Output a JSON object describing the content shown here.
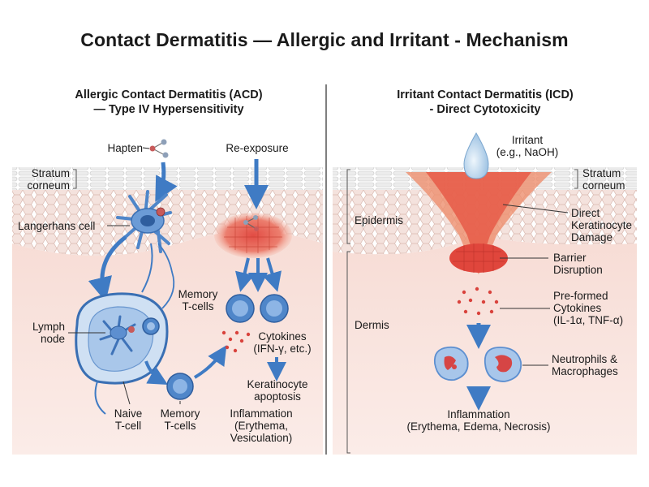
{
  "title": "Contact Dermatitis — Allergic and Irritant - Mechanism",
  "acd": {
    "heading_line1": "Allergic Contact Dermatitis (ACD)",
    "heading_line2": "— Type IV Hypersensitivity",
    "hapten": "Hapten",
    "reexposure": "Re-exposure",
    "stratum_line1": "Stratum",
    "stratum_line2": "corneum",
    "langerhans": "Langerhans cell",
    "lymph_line1": "Lymph",
    "lymph_line2": "node",
    "naive_line1": "Naive",
    "naive_line2": "T-cell",
    "memory_bottom_line1": "Memory",
    "memory_bottom_line2": "T-cells",
    "memory_top_line1": "Memory",
    "memory_top_line2": "T-cells",
    "cytokines_line1": "Cytokines",
    "cytokines_line2": "(IFN-γ, etc.)",
    "apoptosis_line1": "Keratinocyte",
    "apoptosis_line2": "apoptosis",
    "inflammation_line1": "Inflammation",
    "inflammation_line2": "(Erythema,",
    "inflammation_line3": "Vesiculation)"
  },
  "icd": {
    "heading_line1": "Irritant Contact Dermatitis (ICD)",
    "heading_line2": "- Direct Cytotoxicity",
    "irritant_line1": "Irritant",
    "irritant_line2": "(e.g., NaOH)",
    "stratum_line1": "Stratum",
    "stratum_line2": "corneum",
    "epidermis": "Epidermis",
    "dermis": "Dermis",
    "damage_line1": "Direct",
    "damage_line2": "Keratinocyte",
    "damage_line3": "Damage",
    "barrier_line1": "Barrier",
    "barrier_line2": "Disruption",
    "preformed_line1": "Pre-formed",
    "preformed_line2": "Cytokines",
    "preformed_line3": "(IL-1α, TNF-α)",
    "neutro_line1": "Neutrophils &",
    "neutro_line2": "Macrophages",
    "inflammation_line1": "Inflammation",
    "inflammation_line2": "(Erythema, Edema, Necrosis)"
  },
  "colors": {
    "skin": "#f6d9d2",
    "epidermis_cell": "#f3e1dc",
    "lesion": "#e8675c",
    "cell_blue": "#4f86c9",
    "cell_blue_light": "#bcd4ee",
    "arrow_blue": "#3f7bc4",
    "dot_red": "#d9423c"
  }
}
